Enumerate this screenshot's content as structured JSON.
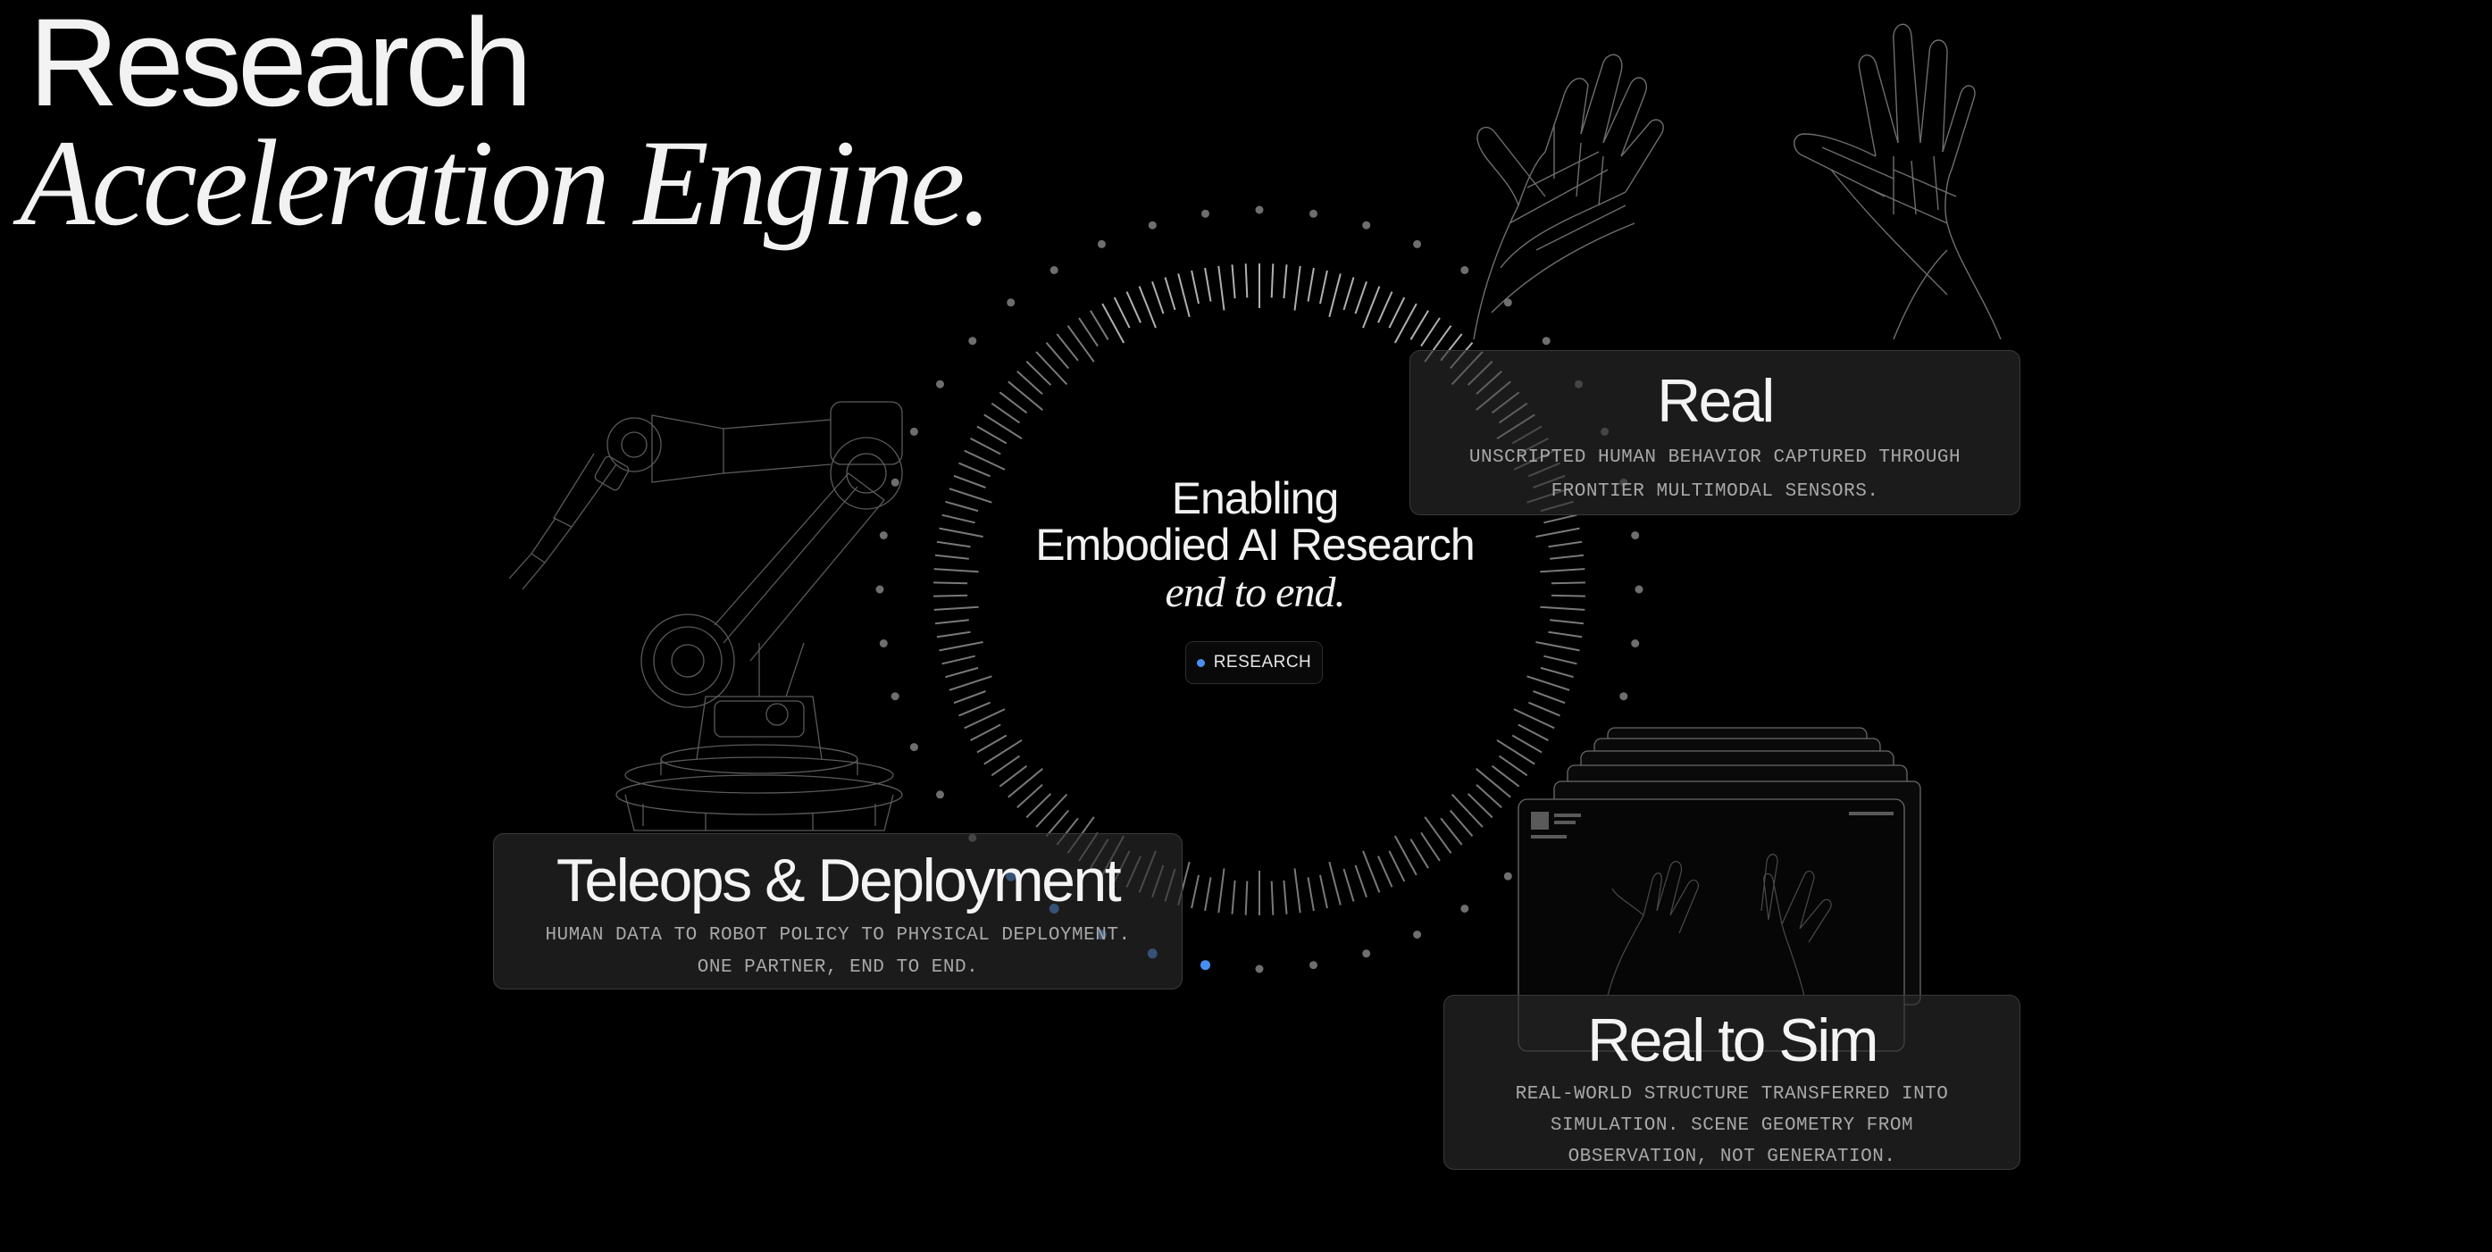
{
  "hero": {
    "line1": "Research",
    "line2": "Acceleration Engine."
  },
  "center": {
    "line1": "Enabling",
    "line2": "Embodied AI Research",
    "line3": "end to end.",
    "pill_label": "RESEARCH",
    "pill_dot_color": "#4a8ff0"
  },
  "cards": {
    "real": {
      "title": "Real",
      "desc_line1": "UNSCRIPTED HUMAN BEHAVIOR CAPTURED THROUGH",
      "desc_line2": "FRONTIER MULTIMODAL SENSORS."
    },
    "teleops": {
      "title": "Teleops & Deployment",
      "desc_line1": "HUMAN DATA TO ROBOT POLICY TO PHYSICAL DEPLOYMENT.",
      "desc_line2": "ONE PARTNER, END TO END."
    },
    "sim": {
      "title": "Real to Sim",
      "desc_line1": "REAL-WORLD STRUCTURE TRANSFERRED INTO",
      "desc_line2": "SIMULATION. SCENE GEOMETRY FROM",
      "desc_line3": "OBSERVATION, NOT GENERATION."
    }
  },
  "colors": {
    "background": "#000000",
    "accent_blue": "#4a8ff0",
    "card_bg": "#2c2c2c",
    "text_primary": "#f2f2f2",
    "text_muted": "#a8a8a8"
  },
  "icons": {
    "robot": "robot-arm-wireframe-icon",
    "hands": "wireframe-hands-icon",
    "screens": "stacked-screens-icon",
    "ring": "tick-ring-icon"
  }
}
